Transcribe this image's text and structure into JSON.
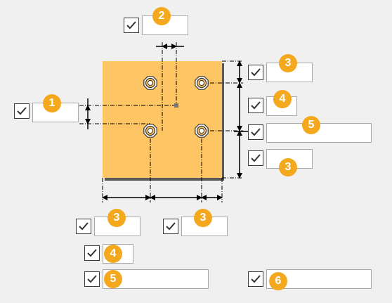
{
  "colors": {
    "plate_fill": "#fec564",
    "plate_shadow": "#5a5a5a",
    "badge": "#f4a81d",
    "background": "#f0f0f0",
    "line": "#000000"
  },
  "icons": {
    "checkbox_mark": "checkmark-icon",
    "hole": "bolt-hole-icon"
  },
  "controls": {
    "hole_column_offset": {
      "badge": "1",
      "checked": true,
      "value": ""
    },
    "center_offset_top": {
      "badge": "2",
      "checked": true,
      "value": ""
    },
    "right_top_edge": {
      "badge": "3",
      "checked": true,
      "value": ""
    },
    "right_spacing": {
      "badge": "4",
      "checked": true,
      "value": ""
    },
    "right_total": {
      "badge": "5",
      "checked": true,
      "value": ""
    },
    "right_bottom_edge": {
      "badge": "3",
      "checked": true,
      "value": ""
    },
    "bottom_left_edge": {
      "badge": "3",
      "checked": true,
      "value": ""
    },
    "bottom_right_edge": {
      "badge": "3",
      "checked": true,
      "value": ""
    },
    "bottom_spacing": {
      "badge": "4",
      "checked": true,
      "value": ""
    },
    "bottom_total": {
      "badge": "5",
      "checked": true,
      "value": ""
    },
    "hole_size": {
      "badge": "6",
      "checked": true,
      "value": ""
    }
  }
}
